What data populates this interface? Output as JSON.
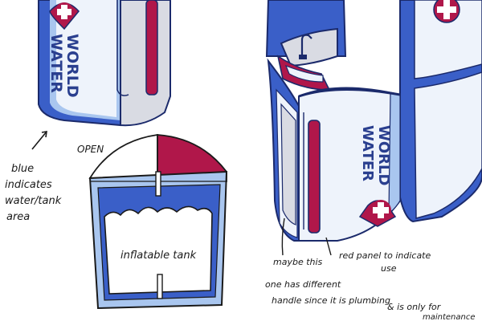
{
  "brand": {
    "line1": "WORLD",
    "line2": "WATER"
  },
  "annotations": {
    "blue_note": [
      "blue",
      "indicates",
      "water/tank",
      "area"
    ],
    "open_label": "OPEN",
    "tank_label": "inflatable tank",
    "red_panel_note": [
      "red panel to indicate",
      "use"
    ],
    "handle_note": [
      "maybe this",
      "one has different",
      "handle since it is plumbing",
      "& is only for",
      "maintenance"
    ]
  },
  "colors": {
    "blue": "#3a5fc8",
    "light_blue": "#a9c6ef",
    "pale_blue": "#dbe7f8",
    "crimson": "#b0174a",
    "grey": "#d9dbe3",
    "outline": "#1b2a6b"
  },
  "icons": [
    "medical-cross-drop-icon",
    "faucet-icon"
  ]
}
